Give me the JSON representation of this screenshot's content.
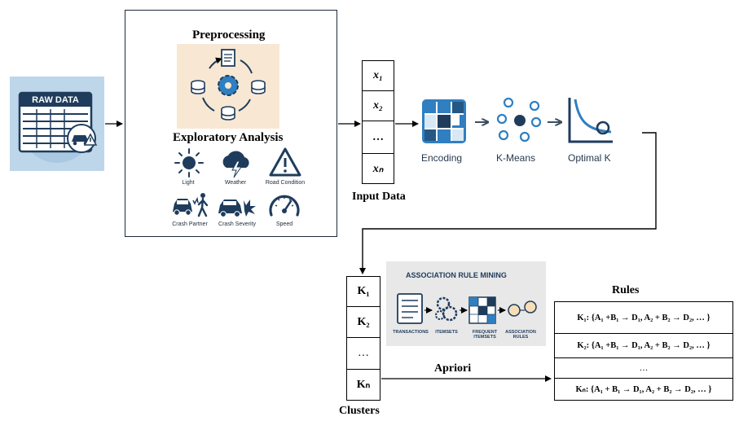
{
  "raw_data": {
    "label": "RAW DATA"
  },
  "preprocessing": {
    "title": "Preprocessing",
    "eda_title": "Exploratory Analysis",
    "features": [
      {
        "label": "Light",
        "icon": "sun-icon"
      },
      {
        "label": "Weather",
        "icon": "storm-cloud-icon"
      },
      {
        "label": "Road Condition",
        "icon": "warning-icon"
      },
      {
        "label": "Crash Partner",
        "icon": "car-pedestrian-icon"
      },
      {
        "label": "Crash Severity",
        "icon": "car-crash-icon"
      },
      {
        "label": "Speed",
        "icon": "speedometer-icon"
      }
    ]
  },
  "input_data": {
    "label": "Input Data",
    "cells": [
      "x₁",
      "x₂",
      "…",
      "xₙ"
    ]
  },
  "pipeline": {
    "steps": [
      {
        "label": "Encoding",
        "icon": "grid-encoding-icon"
      },
      {
        "label": "K-Means",
        "icon": "cluster-dots-icon"
      },
      {
        "label": "Optimal K",
        "icon": "elbow-curve-icon"
      }
    ]
  },
  "clusters": {
    "label": "Clusters",
    "cells": [
      "K₁",
      "K₂",
      "…",
      "Kₙ"
    ]
  },
  "arm": {
    "title": "ASSOCIATION RULE MINING",
    "steps": [
      "TRANSACTIONS",
      "ITEMSETS",
      "FREQUENT ITEMSETS",
      "ASSOCIATION RULES"
    ],
    "algorithm": "Apriori"
  },
  "rules": {
    "title": "Rules",
    "items": [
      "K₁: {A₁ +B₁ → D₁, A₂ + B₂ → D₂, … }",
      "K₂: {A₁ +B₁ → D₁, A₂ + B₂ → D₂, … }",
      "…",
      "Kₙ: {A₁ + B₁ → D₁, A₂ + B₂ → D₂, … }"
    ]
  },
  "colors": {
    "navy": "#1f3c5c",
    "blue": "#2f7fc1",
    "light_blue": "#bdd6ea",
    "peach": "#f7e7d3"
  }
}
